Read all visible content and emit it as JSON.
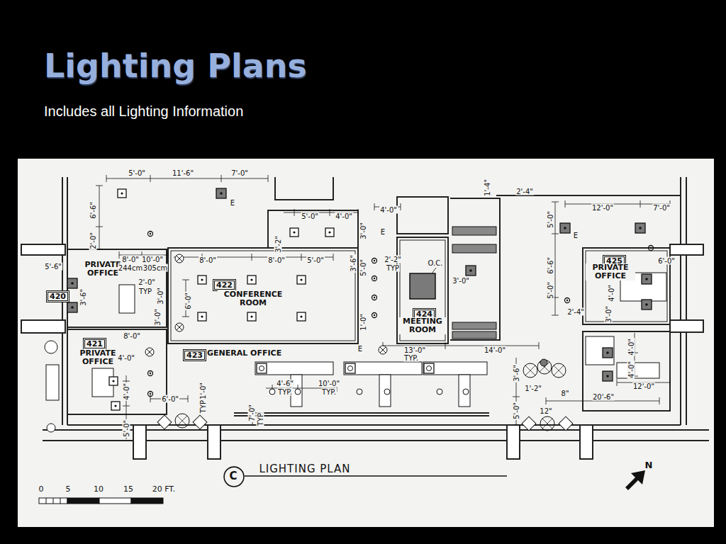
{
  "diagram": {
    "title": "Lighting Plans",
    "caption": "Includes all Lighting Information",
    "nodes": [
      {
        "text": [
          "PRIVATE OFFICE",
          "420"
        ]
      },
      {
        "text": [
          "422",
          "CONFERENCE ROOM"
        ]
      },
      {
        "text": [
          "424",
          "MEETING ROOM"
        ]
      },
      {
        "text": [
          "425",
          "PRIVATE OFFICE"
        ]
      },
      {
        "text": [
          "421",
          "PRIVATE OFFICE"
        ]
      },
      {
        "text": [
          "423",
          "GENERAL OFFICE"
        ]
      },
      {
        "text": [
          "C"
        ]
      }
    ],
    "labels": [
      "5'-0\"",
      "11'-6\"",
      "7'-0\"",
      "E",
      "6'-6\"",
      "2'-0\"",
      "5'-6\"",
      "8'-0\"",
      "10'-0\"",
      "244cm",
      "305cm",
      "2'-0\"",
      "TYP",
      "3'-6\"",
      "3'-0\"",
      "3'-0\"",
      "8'-0\"",
      "4'-0\"",
      "8'-0\"",
      "8'-0\"",
      "5'-0\"",
      "3'-2\"",
      "6'-0\"",
      "5'-0\"",
      "4'-0\"",
      "3'-6\"",
      "5'-0\"",
      "3'-0\"",
      "1'-0\"",
      "4'-0\"",
      "E",
      "2'-2\"",
      "TYP",
      "O.C.",
      "3'-0\"",
      "E",
      "13'-0\"",
      "TYP.",
      "14'-0\"",
      "4'-6\"",
      "TYP.",
      "10'-0\"",
      "TYP.",
      "6'-0\"",
      "1'-0\"",
      "TYP",
      "4'-0\"",
      "5'-0\"",
      "7'-0\"",
      "TYP",
      "1'-4\"",
      "2'-4\"",
      "12'-0\"",
      "7'-0\"",
      "5'-0\"",
      "E",
      "6'-6\"",
      "5'-0\"",
      "2'-4\"",
      "6'-0\"",
      "4'-0\"",
      "3'-0\"",
      "4'-0\"",
      "4'-0\"",
      "12'-0\"",
      "20'-6\"",
      "3'-6\"",
      "1'-2\"",
      "8\"",
      "5'-0\"",
      "12\"",
      "LIGHTING PLAN",
      "0",
      "5",
      "10",
      "15",
      "20 FT.",
      "N"
    ]
  }
}
